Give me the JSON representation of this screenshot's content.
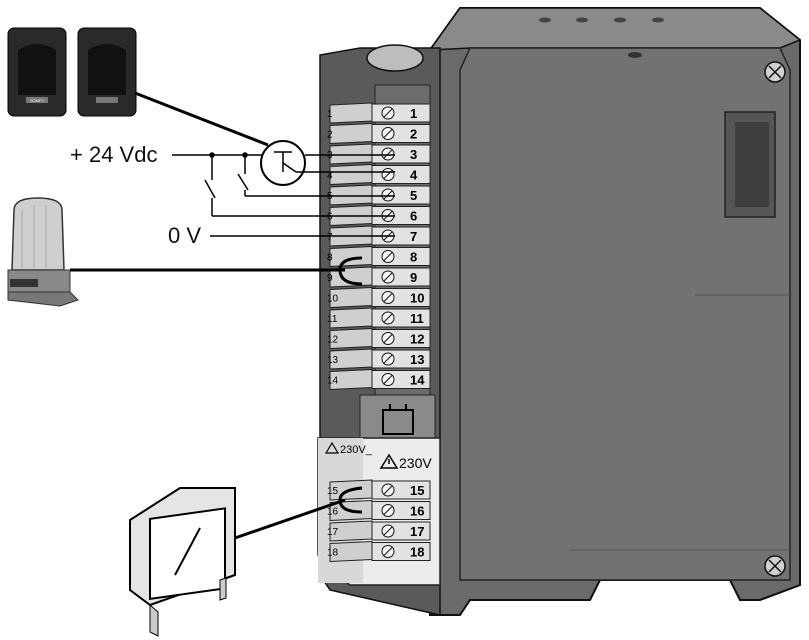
{
  "labels": {
    "supply_plus": "+ 24 Vdc",
    "supply_zero": "0 V",
    "battery_symbol": "battery-icon",
    "mains_label": "230V",
    "mains_label_side": "230V_"
  },
  "terminals_low": [
    "1",
    "2",
    "3",
    "4",
    "5",
    "6",
    "7",
    "8",
    "9",
    "10",
    "11",
    "12",
    "13",
    "14"
  ],
  "terminals_side_low": [
    "1",
    "2",
    "3",
    "4",
    "5",
    "6",
    "7",
    "8",
    "9",
    "10",
    "11",
    "12",
    "13",
    "14"
  ],
  "terminals_high": [
    "15",
    "16",
    "17",
    "18"
  ],
  "terminals_side_high": [
    "15",
    "16",
    "17",
    "18"
  ],
  "brand_badge": "SOMFY",
  "icons": {
    "photocell": "photocell-pair-icon",
    "flashing_light": "flashing-light-icon",
    "lamp": "lighting-lamp-icon",
    "warning": "warning-triangle-icon",
    "screw": "screw-icon"
  },
  "colors": {
    "housing": "#6f6f6f",
    "housing_dark": "#4e4e4e",
    "terminal": "#d9d9d9",
    "line": "#000000"
  }
}
